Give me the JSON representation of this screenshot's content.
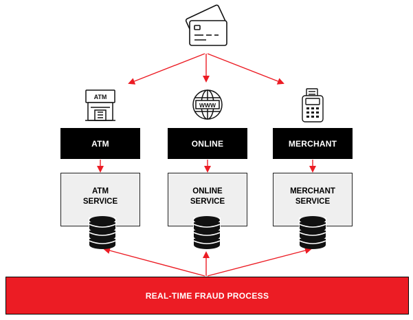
{
  "top_icon": "credit-cards-icon",
  "channels": [
    {
      "id": "atm",
      "icon": "atm-machine-icon",
      "icon_text": "ATM",
      "label": "ATM",
      "service_line1": "ATM",
      "service_line2": "SERVICE"
    },
    {
      "id": "online",
      "icon": "globe-www-icon",
      "icon_text": "WWW",
      "label": "ONLINE",
      "service_line1": "ONLINE",
      "service_line2": "SERVICE"
    },
    {
      "id": "merchant",
      "icon": "pos-terminal-icon",
      "label": "MERCHANT",
      "service_line1": "MERCHANT",
      "service_line2": "SERVICE"
    }
  ],
  "banner": {
    "label": "REAL-TIME FRAUD PROCESS"
  },
  "colors": {
    "accent": "#ec1c24",
    "box": "#000000",
    "service_bg": "#efefef"
  }
}
